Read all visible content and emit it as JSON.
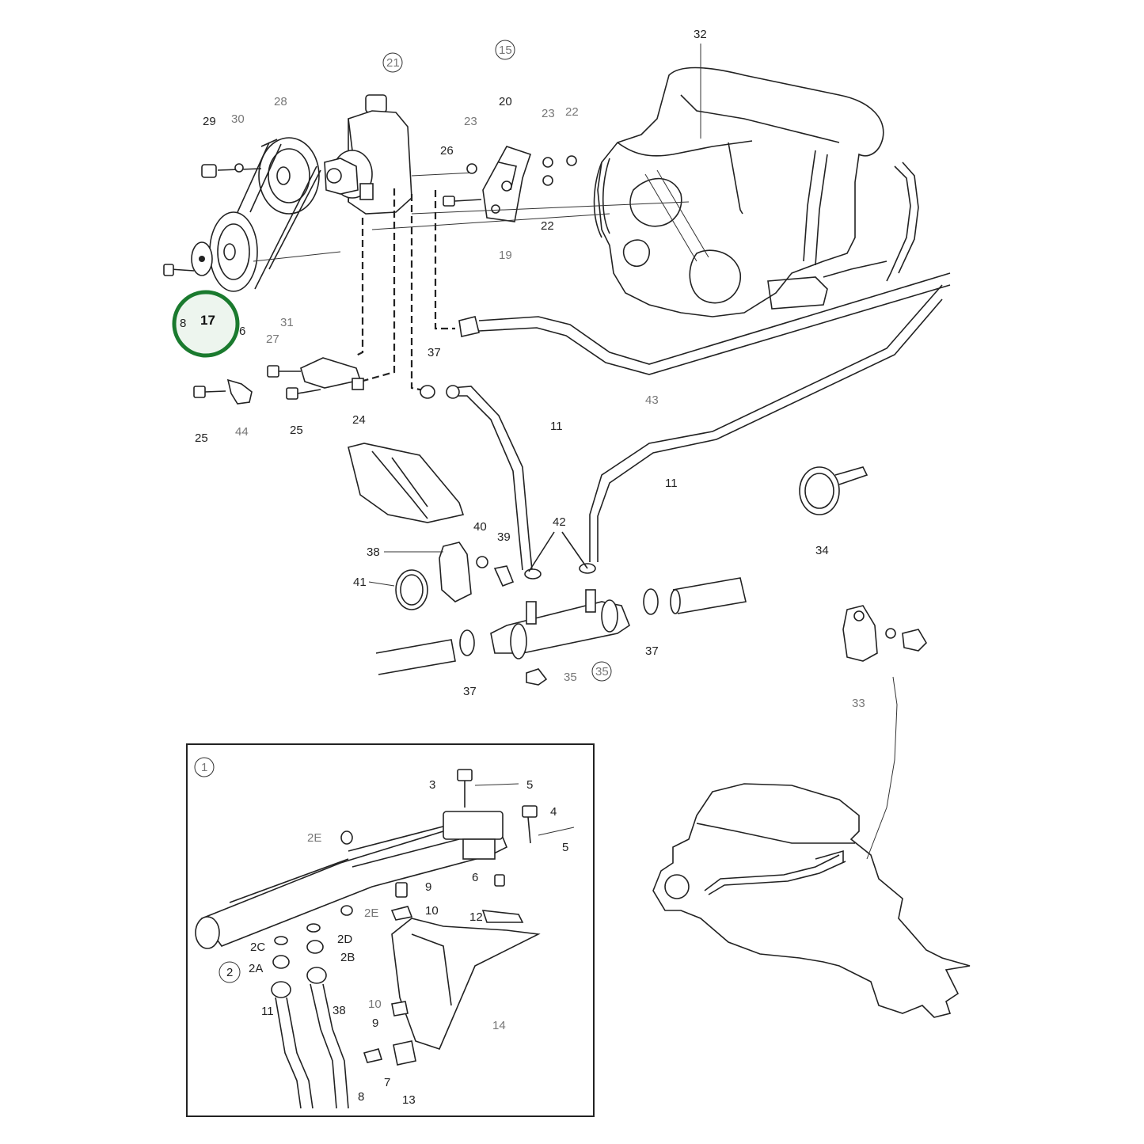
{
  "diagram": {
    "highlight": {
      "label": "17",
      "color": "#1a7a2e",
      "fill": "#e8f2ea"
    },
    "part_labels": {
      "p1": "1",
      "p2": "2",
      "p2a": "2A",
      "p2b": "2B",
      "p2c": "2C",
      "p2d": "2D",
      "p2e_top": "2E",
      "p2e_mid": "2E",
      "p3": "3",
      "p4": "4",
      "p5_top": "5",
      "p5_mid": "5",
      "p6": "6",
      "p7": "7",
      "p8_inset": "8",
      "p9_top": "9",
      "p9_low": "9",
      "p10_top": "10",
      "p10_low": "10",
      "p11_inset": "11",
      "p12": "12",
      "p13": "13",
      "p14": "14",
      "p38_inset": "38",
      "m8": "8",
      "m16": "6",
      "m11a": "11",
      "m11b": "11",
      "m15": "15",
      "m19": "19",
      "m20": "20",
      "m21": "21",
      "m22a": "22",
      "m22b": "22",
      "m23a": "23",
      "m23b": "23",
      "m24": "24",
      "m25a": "25",
      "m25b": "25",
      "m26": "26",
      "m27": "27",
      "m28": "28",
      "m29": "29",
      "m30": "30",
      "m31": "31",
      "m32": "32",
      "m33": "33",
      "m34": "34",
      "m35a": "35",
      "m35b": "35",
      "m37a": "37",
      "m37b": "37",
      "m37c": "37",
      "m38": "38",
      "m39": "39",
      "m40": "40",
      "m41": "41",
      "m42": "42",
      "m43": "43",
      "m44": "44"
    }
  }
}
